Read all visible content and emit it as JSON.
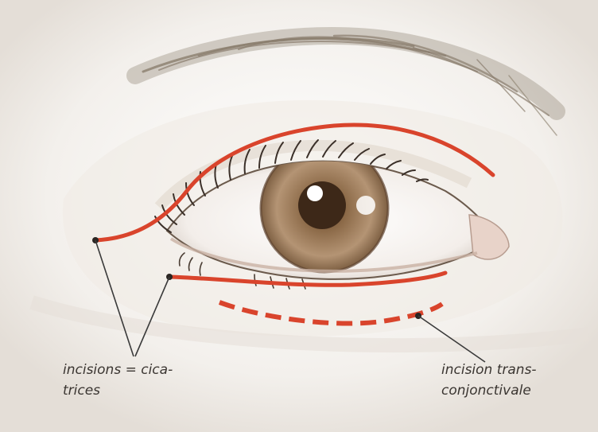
{
  "labels": {
    "incisions": {
      "line1": "incisions = cica-",
      "line2": "trices"
    },
    "transconjunctival": {
      "line1": "incision trans-",
      "line2": "conjonctivale"
    }
  },
  "colors": {
    "incision_line": "#d9442c",
    "iris": "#a58360",
    "pupil": "#3d2818",
    "leader_line": "#3a3a3a",
    "brow": "#8a7e6d"
  }
}
